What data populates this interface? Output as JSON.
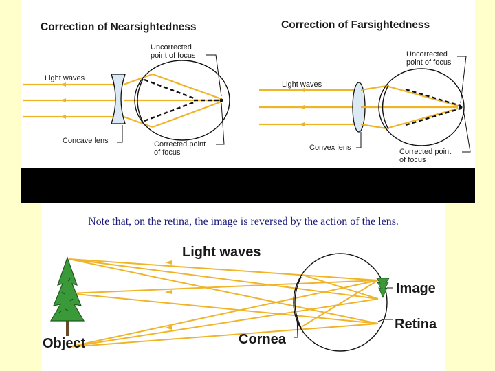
{
  "nearsight": {
    "title": "Correction of Nearsightedness",
    "light_waves": "Light waves",
    "uncorrected_1": "Uncorrected",
    "uncorrected_2": "point of focus",
    "lens_label": "Concave lens",
    "corrected_1": "Corrected point",
    "corrected_2": "of focus"
  },
  "farsight": {
    "title": "Correction of Farsightedness",
    "light_waves": "Light waves",
    "uncorrected_1": "Uncorrected",
    "uncorrected_2": "point of focus",
    "lens_label": "Convex lens",
    "corrected_1": "Corrected point",
    "corrected_2": "of focus"
  },
  "caption": "Note that, on the retina, the image is reversed by the action of the lens.",
  "retina_diagram": {
    "light_waves": "Light waves",
    "image": "Image",
    "retina": "Retina",
    "object": "Object",
    "cornea": "Cornea"
  },
  "colors": {
    "page_background": "#ffffcc",
    "light_ray": "#f0b429",
    "lens_fill": "#dbe9f5",
    "tree_green": "#3a9a3a",
    "caption_text": "#1a1a7a"
  }
}
